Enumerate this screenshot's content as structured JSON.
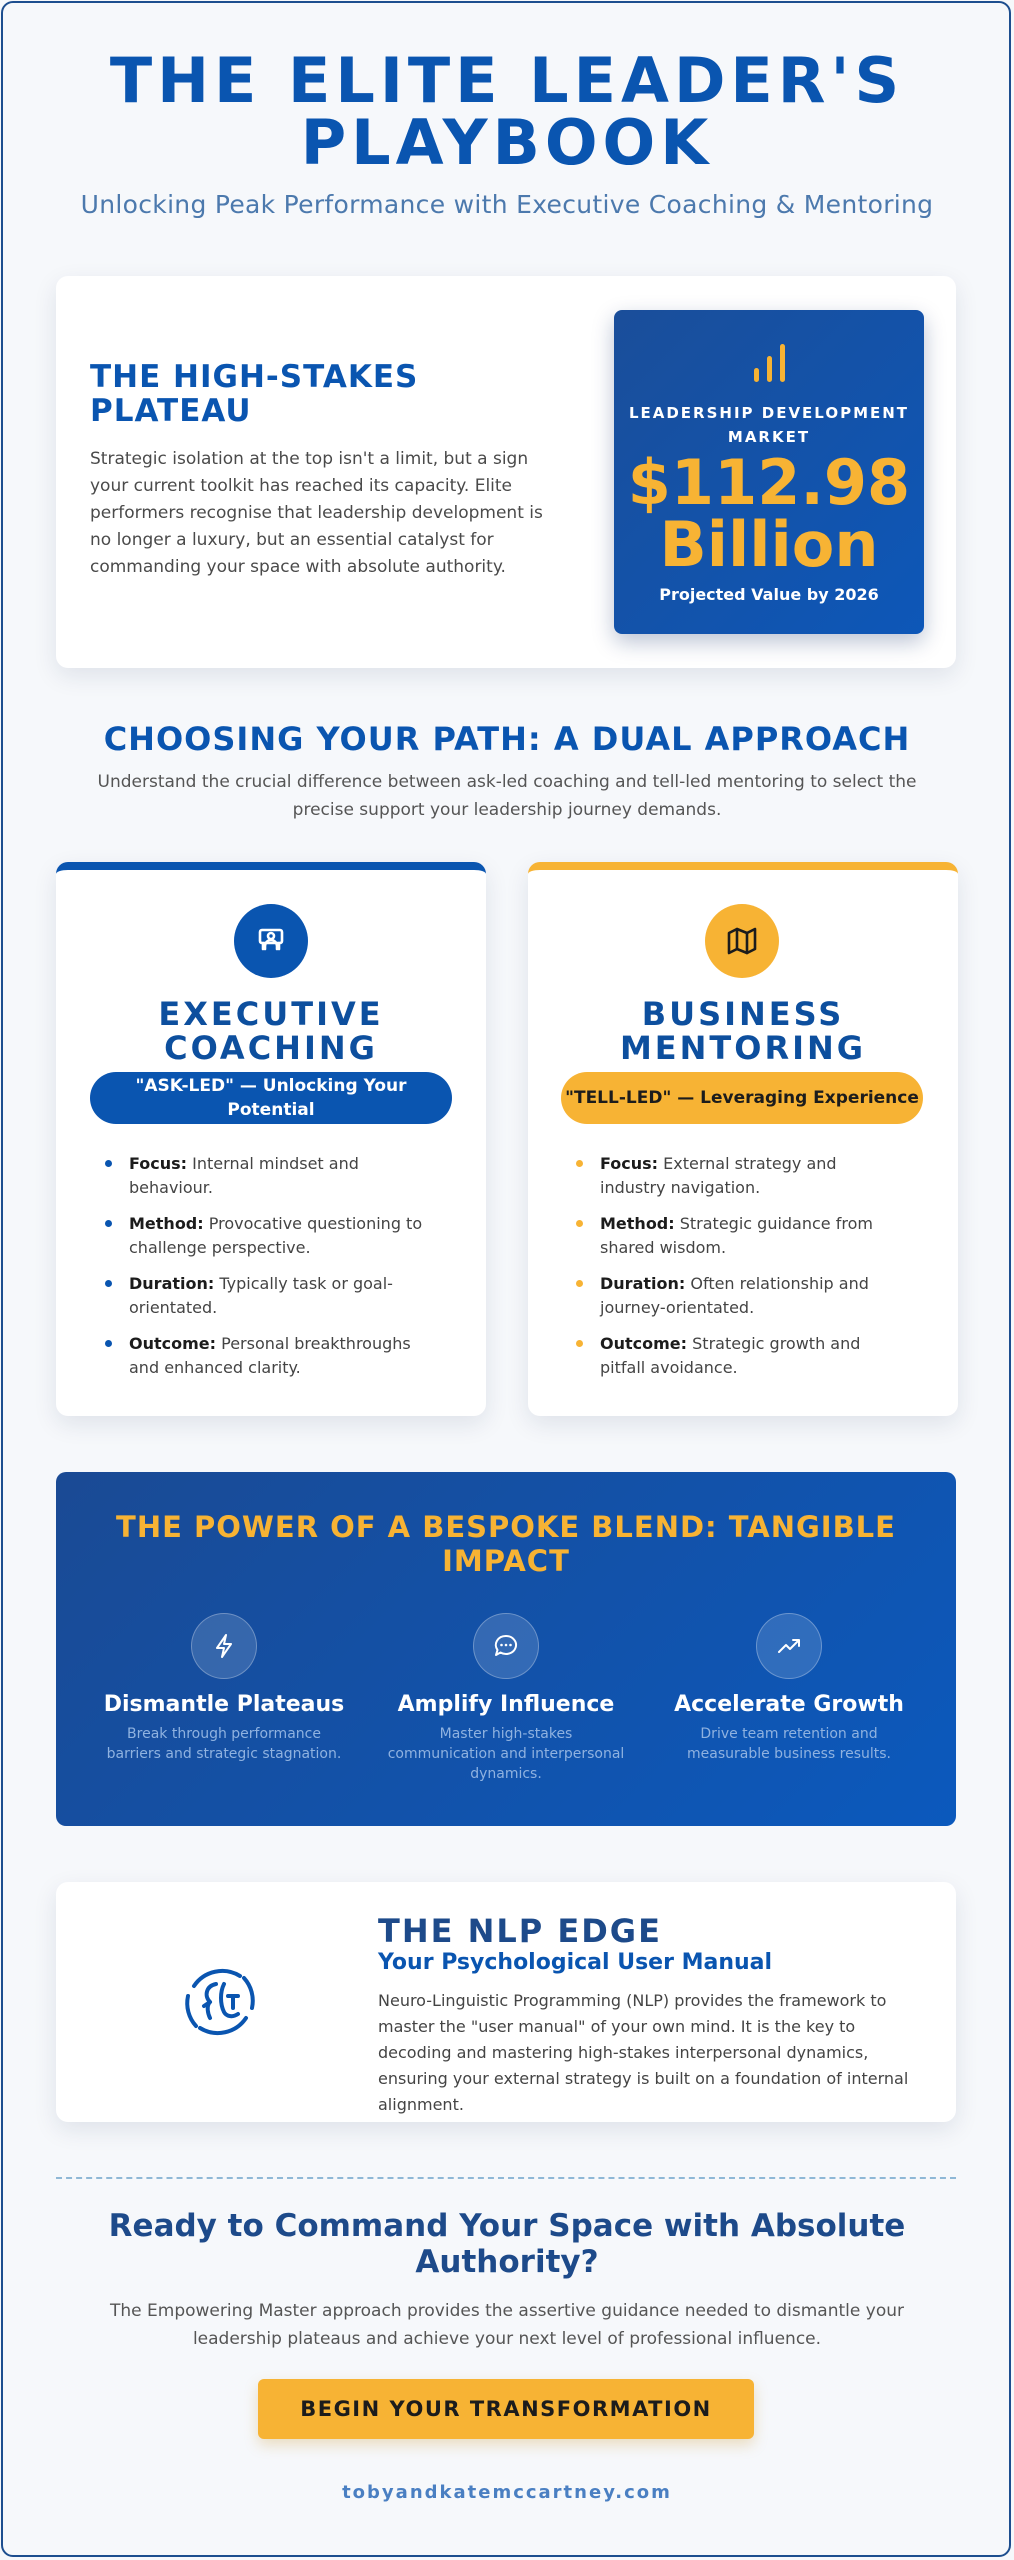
{
  "hero": {
    "title_line1": "THE ELITE LEADER'S",
    "title_line2": "PLAYBOOK",
    "subtitle": "Unlocking Peak Performance with Executive Coaching & Mentoring"
  },
  "plateau": {
    "heading": "THE HIGH-STAKES PLATEAU",
    "body": "Strategic isolation at the top isn't a limit, but a sign your current toolkit has reached its capacity. Elite performers recognise that leadership development is no longer a luxury, but an essential catalyst for commanding your space with absolute authority.",
    "market_label": "LEADERSHIP DEVELOPMENT MARKET",
    "market_value_line1": "$112.98",
    "market_value_line2": "Billion",
    "market_note": "Projected Value by 2026",
    "icon": "bar-chart-icon"
  },
  "path": {
    "heading": "CHOOSING YOUR PATH: A DUAL APPROACH",
    "body": "Understand the crucial difference between ask-led coaching and tell-led mentoring to select the precise support your leadership journey demands."
  },
  "coaching": {
    "title_line1": "EXECUTIVE",
    "title_line2": "COACHING",
    "pill": "\"ASK-LED\" — Unlocking Your Potential",
    "icon": "presentation-icon",
    "bullets": [
      {
        "label": "Focus:",
        "text": " Internal mindset and behaviour."
      },
      {
        "label": "Method:",
        "text": " Provocative questioning to challenge perspective."
      },
      {
        "label": "Duration:",
        "text": " Typically task or goal-orientated."
      },
      {
        "label": "Outcome:",
        "text": " Personal breakthroughs and enhanced clarity."
      }
    ]
  },
  "mentoring": {
    "title_line1": "BUSINESS",
    "title_line2": "MENTORING",
    "pill": "\"TELL-LED\" — Leveraging Experience",
    "icon": "map-icon",
    "bullets": [
      {
        "label": "Focus:",
        "text": " External strategy and industry navigation."
      },
      {
        "label": "Method:",
        "text": " Strategic guidance from shared wisdom."
      },
      {
        "label": "Duration:",
        "text": " Often relationship and journey-orientated."
      },
      {
        "label": "Outcome:",
        "text": " Strategic growth and pitfall avoidance."
      }
    ]
  },
  "blend": {
    "heading": "THE POWER OF A BESPOKE BLEND: TANGIBLE IMPACT",
    "benefits": [
      {
        "title": "Dismantle Plateaus",
        "desc": "Break through performance barriers and strategic stagnation.",
        "icon": "lightning-icon"
      },
      {
        "title": "Amplify Influence",
        "desc": "Master high-stakes communication and interpersonal dynamics.",
        "icon": "speech-bubble-icon"
      },
      {
        "title": "Accelerate Growth",
        "desc": "Drive team retention and measurable business results.",
        "icon": "trending-up-icon"
      }
    ]
  },
  "nlp": {
    "heading": "THE NLP EDGE",
    "subheading": "Your Psychological User Manual",
    "body": "Neuro-Linguistic Programming (NLP) provides the framework to master the \"user manual\" of your own mind. It is the key to decoding and mastering high-stakes interpersonal dynamics, ensuring your external strategy is built on a foundation of internal alignment.",
    "icon": "head-profile-icon"
  },
  "cta": {
    "heading": "Ready to Command Your Space with Absolute Authority?",
    "body": "The Empowering Master approach provides the assertive guidance needed to dismantle your leadership plateaus and achieve your next level of professional influence.",
    "button": "BEGIN YOUR TRANSFORMATION",
    "website": "tobyandkatemccartney.com"
  },
  "colors": {
    "primary_blue": "#0a55b0",
    "accent_gold": "#f7b334",
    "navy": "#1d4a8a"
  }
}
